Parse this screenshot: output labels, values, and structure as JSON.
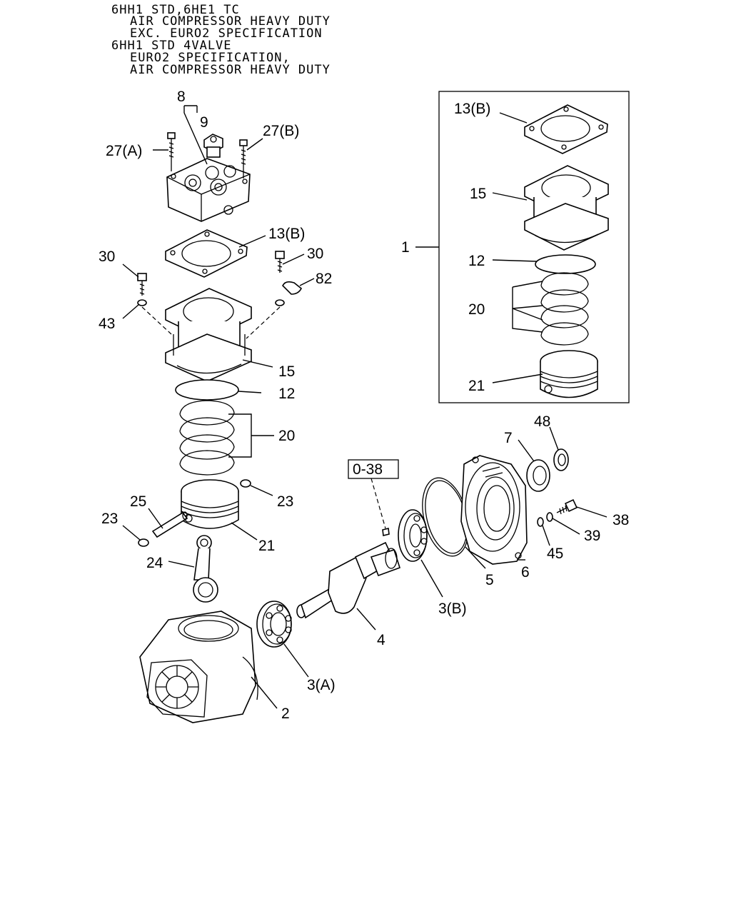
{
  "header": {
    "lines": [
      "6HH1 STD,6HE1 TC",
      "AIR COMPRESSOR HEAVY DUTY",
      "EXC. EURO2 SPECIFICATION",
      "6HH1 STD 4VALVE",
      "EURO2 SPECIFICATION,",
      "AIR COMPRESSOR HEAVY DUTY"
    ]
  },
  "callouts": {
    "c8": "8",
    "c9": "9",
    "c27a": "27(A)",
    "c27b": "27(B)",
    "c13b": "13(B)",
    "c30l": "30",
    "c30r": "30",
    "c82": "82",
    "c43": "43",
    "c15": "15",
    "c12": "12",
    "c20": "20",
    "c23r": "23",
    "c25": "25",
    "c23l": "23",
    "c21": "21",
    "c24": "24",
    "c2": "2",
    "c3a": "3(A)",
    "c4": "4",
    "c3b": "3(B)",
    "c5": "5",
    "c6": "6",
    "c45": "45",
    "c39": "39",
    "c38": "38",
    "c7": "7",
    "c48": "48",
    "c038": "0-38",
    "c1": "1",
    "k13b": "13(B)",
    "k15": "15",
    "k12": "12",
    "k20": "20",
    "k21": "21"
  }
}
